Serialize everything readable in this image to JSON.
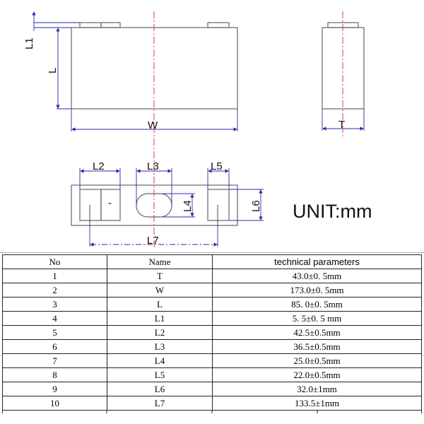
{
  "drawing": {
    "labels": {
      "L1": "L1",
      "L": "L",
      "W": "W",
      "T": "T",
      "L2": "L2",
      "L3": "L3",
      "L4": "L4",
      "L5": "L5",
      "L6": "L6",
      "L7": "L7",
      "minus": "-"
    },
    "unit": "UNIT:mm",
    "colors": {
      "outline": "#666666",
      "dimension": "#2a2aa8",
      "centerline": "#e23a3a"
    }
  },
  "table": {
    "headers": [
      "No",
      "Name",
      "technical parameters"
    ],
    "rows": [
      [
        "1",
        "T",
        "43.0±0. 5mm"
      ],
      [
        "2",
        "W",
        "173.0±0. 5mm"
      ],
      [
        "3",
        "L",
        "85. 0±0. 5mm"
      ],
      [
        "4",
        "L1",
        "5. 5±0. 5 mm"
      ],
      [
        "5",
        "L2",
        "42.5±0.5mm"
      ],
      [
        "6",
        "L3",
        "36.5±0.5mm"
      ],
      [
        "7",
        "L4",
        "25.0±0.5mm"
      ],
      [
        "8",
        "L5",
        "22.0±0.5mm"
      ],
      [
        "9",
        "L6",
        "32.0±1mm"
      ],
      [
        "10",
        "L7",
        "133.5±1mm"
      ]
    ]
  }
}
